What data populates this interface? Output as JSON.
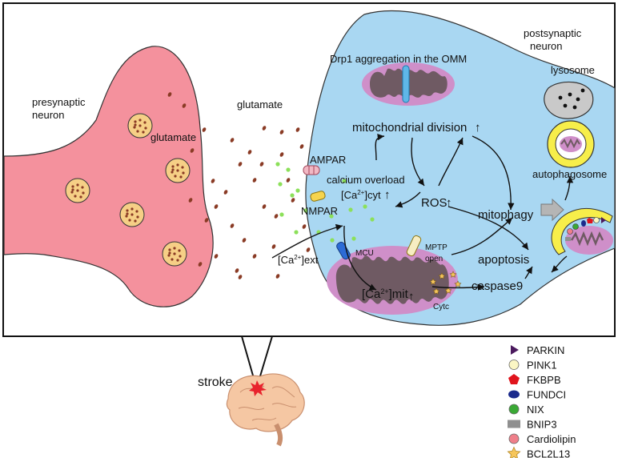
{
  "neurons": {
    "presynaptic": [
      "presynaptic",
      "neuron"
    ],
    "postsynaptic": [
      "postsynaptic",
      "neuron"
    ]
  },
  "labels": {
    "glutamate_cleft": "glutamate",
    "glutamate_vesicles": "glutamate",
    "drp1": "Drp1 aggregation in the OMM",
    "lysosome": "lysosome",
    "autophagosome": "autophagosome",
    "mito_division": "mitochondrial division",
    "ampar": "AMPAR",
    "calcium_overload": "calcium overload",
    "ca_cyt_prefix": "[Ca",
    "ca_cyt_suffix": "]cyt",
    "nmpar": "NMPAR",
    "ros": "ROS",
    "mitophagy": "mitophagy",
    "ca_ext_prefix": "[Ca",
    "ca_ext_suffix": "]ext",
    "mcu": "MCU",
    "mptp_1": "MPTP",
    "mptp_2": "open",
    "apoptosis": "apoptosis",
    "ca_mit_prefix": "[Ca",
    "ca_mit_suffix": "]mit",
    "sup": "2+",
    "cytc": "Cytc",
    "caspase": "caspase9",
    "stroke": "stroke",
    "up_arrow": "↑"
  },
  "legend": [
    {
      "label": "PARKIN",
      "shape": "triangle",
      "color": "#4b1a5e"
    },
    {
      "label": "PINK1",
      "shape": "circle",
      "color": "#fbf6c4"
    },
    {
      "label": "FKBPB",
      "shape": "pentagon",
      "color": "#e0141c"
    },
    {
      "label": "FUNDCI",
      "shape": "ellipse",
      "color": "#1b2a8c"
    },
    {
      "label": "NIX",
      "shape": "circle",
      "color": "#3aa935"
    },
    {
      "label": "BNIP3",
      "shape": "rect",
      "color": "#8f8f8f"
    },
    {
      "label": "Cardiolipin",
      "shape": "circle",
      "color": "#ef7f8a"
    },
    {
      "label": "BCL2L13",
      "shape": "star",
      "color": "#f6c65b"
    }
  ],
  "colors": {
    "pre_fill": "#f4919d",
    "post_fill": "#a9d7f2",
    "vesicle": "#f6cf86",
    "mito_outer": "#cf8fc9",
    "mito_inner": "#6f5a63",
    "green_ca": "#8ce05a",
    "glut_dot": "#8a3b25",
    "lysosome": "#c9c9c9",
    "autophago_ring": "#f7ee4a",
    "brain": "#f5c7a3"
  }
}
